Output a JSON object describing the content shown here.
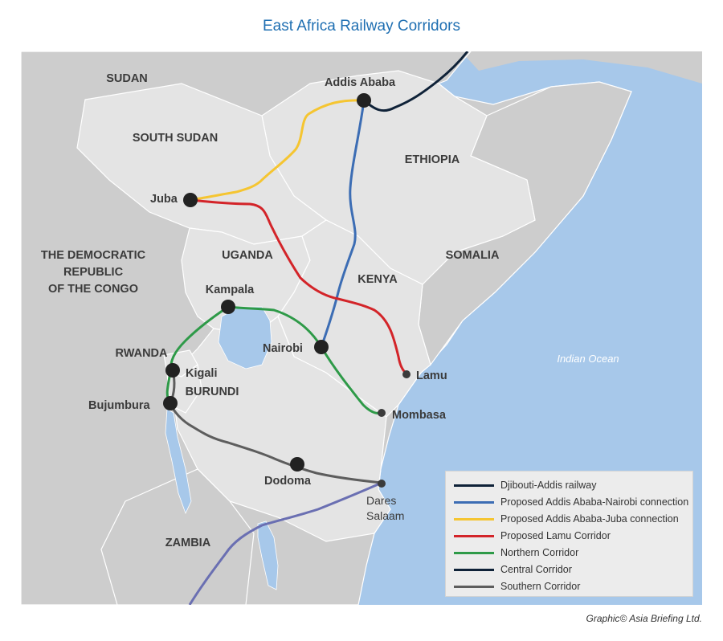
{
  "title": "East Africa Railway Corridors",
  "credit": "Graphic© Asia Briefing Ltd.",
  "colors": {
    "ocean": "#a7c8ea",
    "land_main": "#e4e4e4",
    "land_neighbor": "#cdcdcd",
    "border": "#ffffff",
    "lake": "#a7c8ea",
    "city_dot": "#222222"
  },
  "countries": {
    "sudan": "SUDAN",
    "south_sudan": "SOUTH SUDAN",
    "ethiopia": "ETHIOPIA",
    "somalia": "SOMALIA",
    "drc_line1": "THE DEMOCRATIC",
    "drc_line2": "REPUBLIC",
    "drc_line3": "OF THE CONGO",
    "uganda": "UGANDA",
    "kenya": "KENYA",
    "rwanda": "RWANDA",
    "burundi": "BURUNDI",
    "zambia": "ZAMBIA"
  },
  "ocean_label": "Indian Ocean",
  "cities": {
    "addis_ababa": "Addis Ababa",
    "juba": "Juba",
    "kampala": "Kampala",
    "nairobi": "Nairobi",
    "kigali": "Kigali",
    "bujumbura": "Bujumbura",
    "dodoma": "Dodoma",
    "lamu": "Lamu",
    "mombasa": "Mombasa",
    "dar_line1": "Dares",
    "dar_line2": "Salaam"
  },
  "legend": [
    {
      "label": "Djibouti-Addis railway",
      "color": "#0f2238"
    },
    {
      "label": "Proposed Addis Ababa-Nairobi connection",
      "color": "#3c6db4"
    },
    {
      "label": "Proposed Addis Ababa-Juba connection",
      "color": "#f5c531"
    },
    {
      "label": "Proposed Lamu Corridor",
      "color": "#d32429"
    },
    {
      "label": "Northern Corridor",
      "color": "#2e9a48"
    },
    {
      "label": "Central Corridor",
      "color": "#0f2238"
    },
    {
      "label": "Southern Corridor",
      "color": "#5d5d5d"
    }
  ],
  "southern_route_color": "#6a6fb2"
}
